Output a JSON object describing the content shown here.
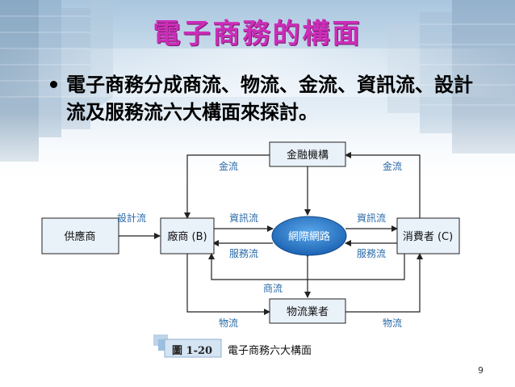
{
  "slide": {
    "title": "電子商務的構面",
    "bullet": "電子商務分成商流、物流、金流、資訊流、設計流及服務流六大構面來探討。",
    "page_number": "9"
  },
  "diagram": {
    "nodes": {
      "supplier": "供應商",
      "manufacturer": "廠商 (B)",
      "network": "網際網路",
      "consumer": "消費者 (C)",
      "finance": "金融機構",
      "logistics": "物流業者"
    },
    "edges": {
      "design_flow": "設計流",
      "info_left": "資訊流",
      "info_right": "資訊流",
      "service_left": "服務流",
      "service_right": "服務流",
      "money_left": "金流",
      "money_right": "金流",
      "commerce": "商流",
      "logistics_left": "物流",
      "logistics_right": "物流"
    },
    "figure_number": "圖 1-20",
    "caption": "電子商務六大構面"
  },
  "colors": {
    "title": "#cc2db8",
    "network_fill": "#2a7fd0",
    "edge_label": "#2a6aa8",
    "box_fill": "#e9f1f9"
  }
}
